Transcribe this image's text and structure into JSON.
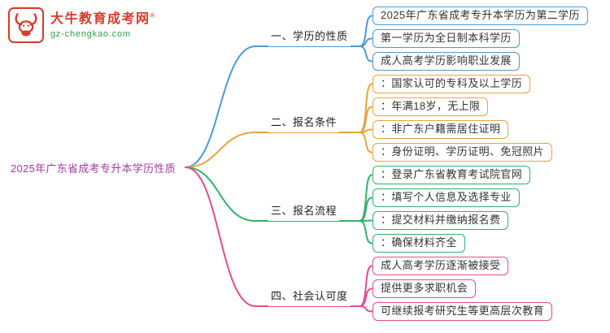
{
  "logo": {
    "name": "大牛教育成考网",
    "reg": "®",
    "url": "gz-chengkao.com"
  },
  "root": {
    "label": "2025年广东省成考专升本学历性质"
  },
  "colors": {
    "branch1": "#4a9bd9",
    "branch2": "#eaa33c",
    "branch3": "#2cb56b",
    "bran4": "#ea4a8b",
    "root_text": "#a33d9e",
    "logo_red": "#d93a2b",
    "logo_green": "#2e9e44"
  },
  "branches": [
    {
      "label": "一、学历的性质",
      "color": "#4a9bd9",
      "children": [
        "2025年广东省成考专升本学历为第二学历",
        "第一学历为全日制本科学历",
        "成人高考学历影响职业发展"
      ]
    },
    {
      "label": "二、报名条件",
      "color": "#eaa33c",
      "children": [
        "：国家认可的专科及以上学历",
        "：年满18岁，无上限",
        "：非广东户籍需居住证明",
        "：身份证明、学历证明、免冠照片"
      ]
    },
    {
      "label": "三、报名流程",
      "color": "#2cb56b",
      "children": [
        "：登录广东省教育考试院官网",
        "：填写个人信息及选择专业",
        "：提交材料并缴纳报名费",
        "：确保材料齐全"
      ]
    },
    {
      "label": "四、社会认可度",
      "color": "#ea4a8b",
      "children": [
        "成人高考学历逐渐被接受",
        "提供更多求职机会",
        "可继续报考研究生等更高层次教育"
      ]
    }
  ]
}
